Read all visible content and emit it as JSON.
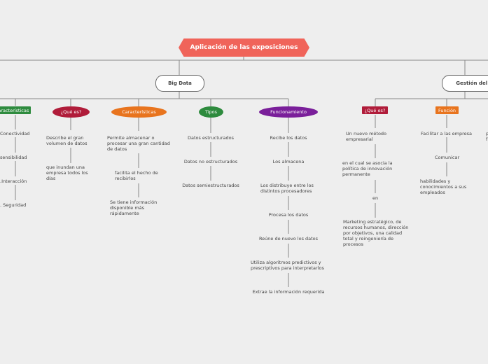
{
  "root": {
    "label": "Aplicación de las exposiciones",
    "color": "#f0645a"
  },
  "big_data": {
    "label": "Big Data",
    "caracteristicas_left": {
      "label": "Características",
      "color": "#2e8b3e",
      "items": [
        "Conectividad",
        "sensibilidad",
        ".Interacción",
        ". Seguridad"
      ]
    },
    "que_es": {
      "label": "¿Qué es?",
      "color": "#b01c3a",
      "items": [
        "Describe el gran volumen de datos",
        "que inundan una empresa todos los días"
      ]
    },
    "caracteristicas": {
      "label": "Características",
      "color": "#e8741e",
      "items": [
        "Permite almacenar o procesar una gran cantidad de datos",
        "facilita el hecho de recibirlos",
        "Se tiene información disponible más rápidamente"
      ]
    },
    "tipos": {
      "label": "Tipos",
      "color": "#2e8b3e",
      "items": [
        "Datos estructurados",
        "Datos no estructurados",
        "Datos semiestructurados"
      ]
    },
    "funcionamiento": {
      "label": "Funcionamiento",
      "color": "#7a1f9a",
      "items": [
        "Recibe los datos",
        "Los almacena",
        "Los distribuye entre los distintos procesadores",
        "Procesa los datos",
        "Reúne de nuevo los datos",
        "Utiliza algoritmos predictivos y prescriptivos para interpretarlos",
        "Extrae la información requerida"
      ]
    }
  },
  "gestion": {
    "label": "Gestión del c",
    "que_es": {
      "label": "¿Qué es?",
      "color": "#b01c3a",
      "items": [
        "Un nuevo método empresarial",
        "en el cual se asocia la política de innovación permanente",
        "en",
        "Marketing estratégico, de recursos humanos, dirección por objetivos, una calidad total y reingeniería de procesos"
      ]
    },
    "funcion": {
      "label": "Función",
      "color": "#e8741e",
      "items": [
        "Facilitar a las empresa",
        "Comunicar",
        "habilidades y conocimientos a sus empleados"
      ]
    },
    "partial": {
      "text": "p f"
    }
  }
}
